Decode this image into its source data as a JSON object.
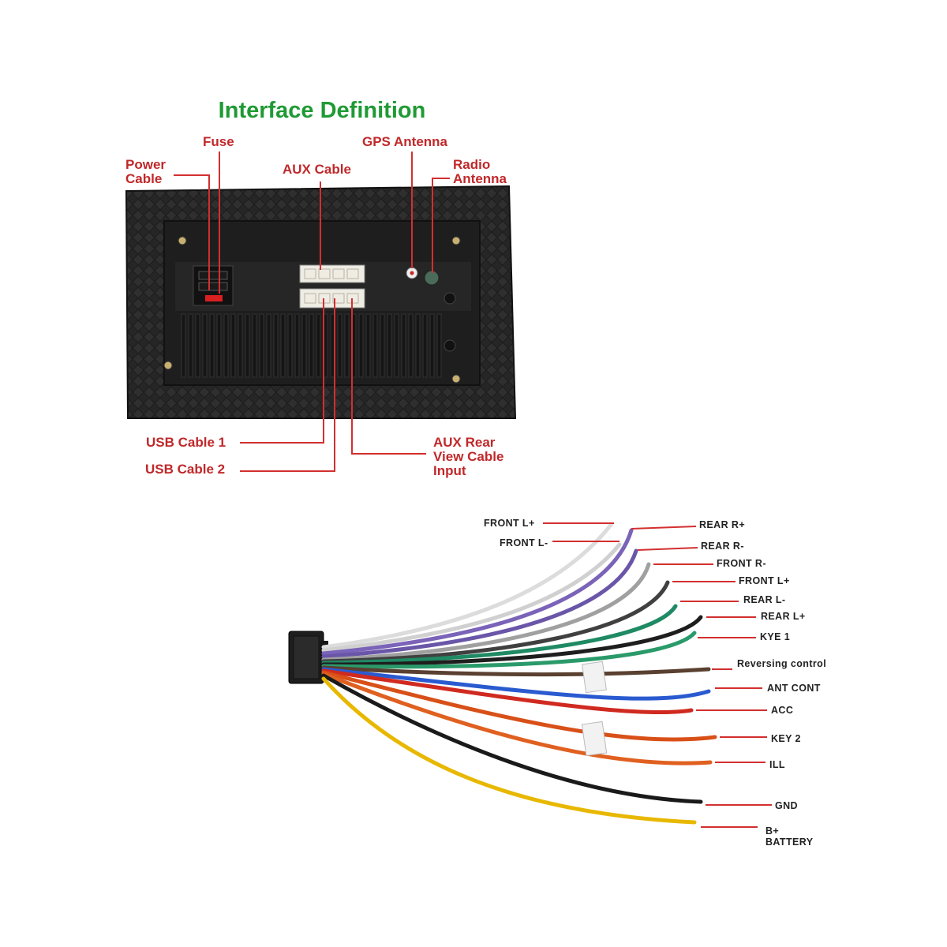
{
  "title": "Interface Definition",
  "interface_labels": {
    "power_cable": [
      "Power",
      "Cable"
    ],
    "fuse": "Fuse",
    "aux_cable": "AUX Cable",
    "gps_antenna": "GPS Antenna",
    "radio_antenna": [
      "Radio",
      "Antenna"
    ],
    "usb_cable_1": "USB Cable 1",
    "usb_cable_2": "USB Cable 2",
    "aux_rear_view": [
      "AUX Rear",
      "View Cable",
      "Input"
    ]
  },
  "wire_labels": {
    "front_l_plus_top": "FRONT L+",
    "front_l_minus": "FRONT L-",
    "rear_r_plus": "REAR R+",
    "rear_r_minus": "REAR R-",
    "front_r_minus": "FRONT R-",
    "front_l_plus": "FRONT L+",
    "rear_l_minus": "REAR L-",
    "rear_l_plus": "REAR L+",
    "kye_1": "KYE 1",
    "reversing_control": "Reversing control",
    "ant_cont": "ANT CONT",
    "acc": "ACC",
    "key_2": "KEY 2",
    "ill": "ILL",
    "gnd": "GND",
    "b_plus": "B+",
    "battery": "BATTERY"
  },
  "colors": {
    "title_green": "#1f9a34",
    "label_red": "#c0282a",
    "leader_red": "#d32f2f",
    "unit_body": "#2a2a2a"
  }
}
